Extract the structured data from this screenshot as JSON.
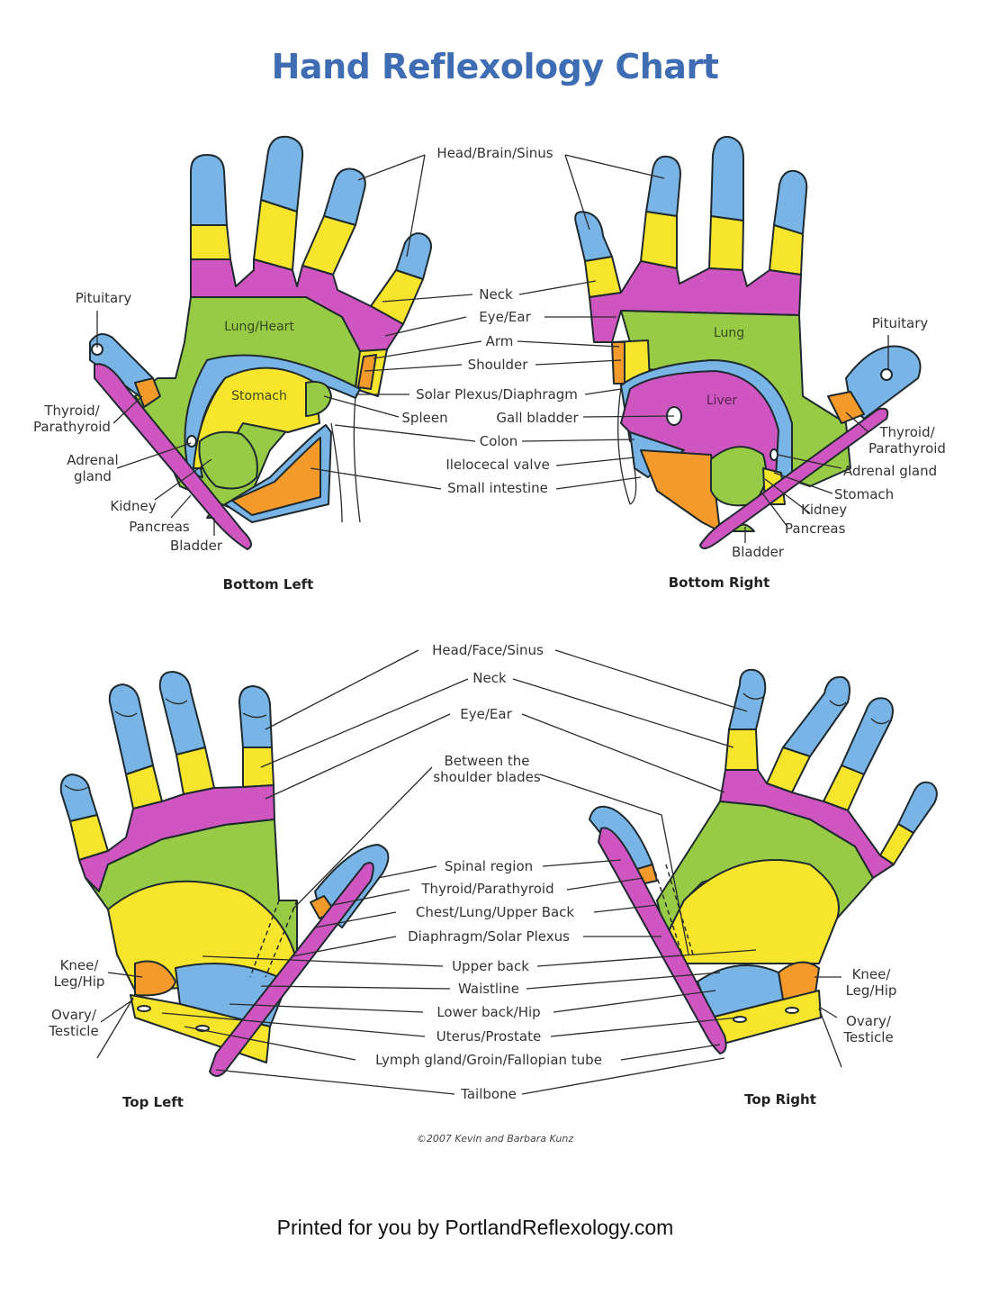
{
  "title": "Hand Reflexology Chart",
  "colors": {
    "title": "#3f6db3",
    "blue": "#79b4e6",
    "yellow": "#f6e52a",
    "magenta": "#cf55c1",
    "green": "#98cb45",
    "orange": "#f39a2b",
    "outline": "#1e2a2e"
  },
  "bottom_section": {
    "center_labels": [
      "Head/Brain/Sinus",
      "Neck",
      "Eye/Ear",
      "Arm",
      "Shoulder",
      "Solar Plexus/Diaphragm",
      "Spleen",
      "Gall bladder",
      "Colon",
      "Ilelocecal valve",
      "Small intestine"
    ],
    "left_hand": {
      "caption": "Bottom Left",
      "region_labels": {
        "lung_heart": "Lung/Heart",
        "stomach": "Stomach"
      },
      "side_labels": {
        "pituitary": "Pituitary",
        "thyroid": "Thyroid/\nParathyroid",
        "adrenal": "Adrenal\ngland",
        "kidney": "Kidney",
        "pancreas": "Pancreas",
        "bladder": "Bladder"
      }
    },
    "right_hand": {
      "caption": "Bottom Right",
      "region_labels": {
        "lung": "Lung",
        "liver": "Liver"
      },
      "side_labels": {
        "pituitary": "Pituitary",
        "thyroid": "Thyroid/\nParathyroid",
        "adrenal": "Adrenal gland",
        "stomach": "Stomach",
        "kidney": "Kidney",
        "pancreas": "Pancreas",
        "bladder": "Bladder"
      }
    }
  },
  "top_section": {
    "center_labels": [
      "Head/Face/Sinus",
      "Neck",
      "Eye/Ear",
      "Between the\nshoulder blades",
      "Spinal region",
      "Thyroid/Parathyroid",
      "Chest/Lung/Upper Back",
      "Diaphragm/Solar Plexus",
      "Upper back",
      "Waistline",
      "Lower back/Hip",
      "Uterus/Prostate",
      "Lymph gland/Groin/Fallopian tube",
      "Tailbone"
    ],
    "left_hand": {
      "caption": "Top Left",
      "side_labels": {
        "knee": "Knee/\nLeg/Hip",
        "ovary": "Ovary/\nTesticle"
      }
    },
    "right_hand": {
      "caption": "Top Right",
      "side_labels": {
        "knee": "Knee/\nLeg/Hip",
        "ovary": "Ovary/\nTesticle"
      }
    }
  },
  "copyright": "©2007 Kevin and Barbara Kunz",
  "footer": "Printed for you by PortlandReflexology.com"
}
